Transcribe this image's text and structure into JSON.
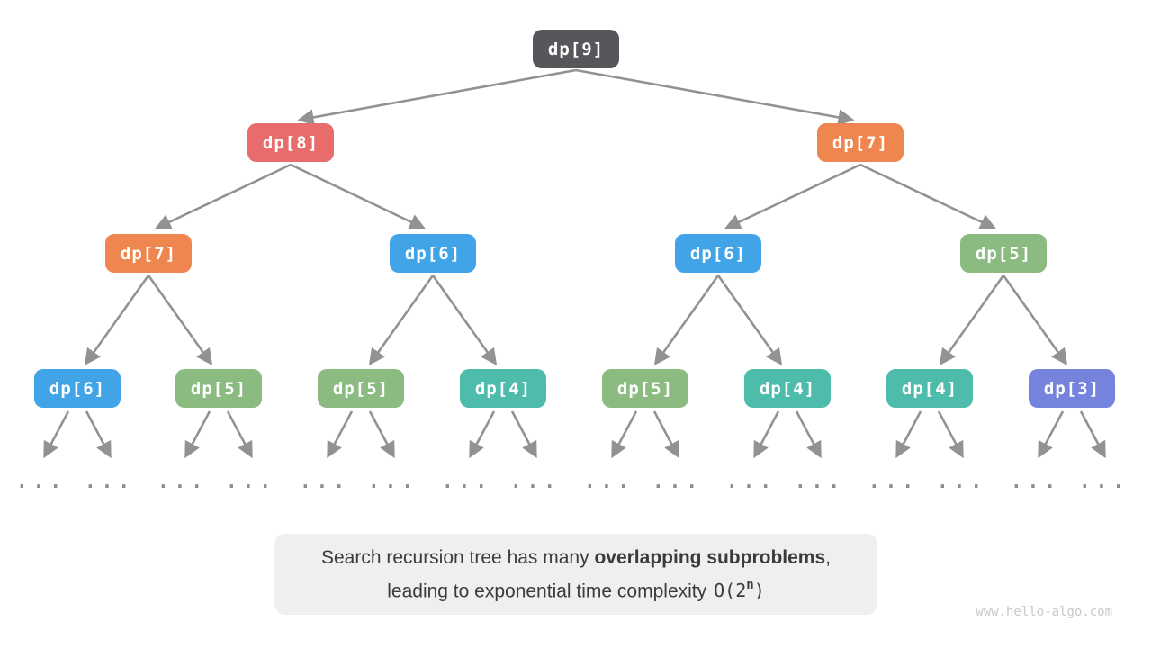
{
  "diagram": {
    "type": "recursion-tree",
    "ellipsis_symbol": "...",
    "nodes": [
      {
        "label": "dp[9]",
        "level": 1,
        "color": "#56575b"
      },
      {
        "label": "dp[8]",
        "level": 2,
        "color": "#e96c6c"
      },
      {
        "label": "dp[7]",
        "level": 2,
        "color": "#f0864f"
      },
      {
        "label": "dp[7]",
        "level": 3,
        "color": "#f0864f"
      },
      {
        "label": "dp[6]",
        "level": 3,
        "color": "#41a4e6"
      },
      {
        "label": "dp[6]",
        "level": 3,
        "color": "#41a4e6"
      },
      {
        "label": "dp[5]",
        "level": 3,
        "color": "#8cbb82"
      },
      {
        "label": "dp[6]",
        "level": 4,
        "color": "#41a4e6"
      },
      {
        "label": "dp[5]",
        "level": 4,
        "color": "#8cbb82"
      },
      {
        "label": "dp[5]",
        "level": 4,
        "color": "#8cbb82"
      },
      {
        "label": "dp[4]",
        "level": 4,
        "color": "#4dbcab"
      },
      {
        "label": "dp[5]",
        "level": 4,
        "color": "#8cbb82"
      },
      {
        "label": "dp[4]",
        "level": 4,
        "color": "#4dbcab"
      },
      {
        "label": "dp[4]",
        "level": 4,
        "color": "#4dbcab"
      },
      {
        "label": "dp[3]",
        "level": 4,
        "color": "#7683dc"
      }
    ],
    "edges": "each parent points to its two subproblem children; leaf nodes continue to ellipses"
  },
  "caption": {
    "line1_prefix": "Search recursion tree has many ",
    "line1_bold": "overlapping subproblems",
    "line1_suffix": ",",
    "line2_prefix": "leading to exponential time complexity",
    "complexity_base": "O(2",
    "complexity_exponent": "n",
    "complexity_close": ")"
  },
  "watermark": "www.hello-algo.com",
  "palette": {
    "arrow": "#929292",
    "dots": "#8b8b8b",
    "caption_bg": "#efefef",
    "caption_text": "#3b3b3b",
    "watermark": "#c9c9c9",
    "node_text": "#ffffff"
  }
}
